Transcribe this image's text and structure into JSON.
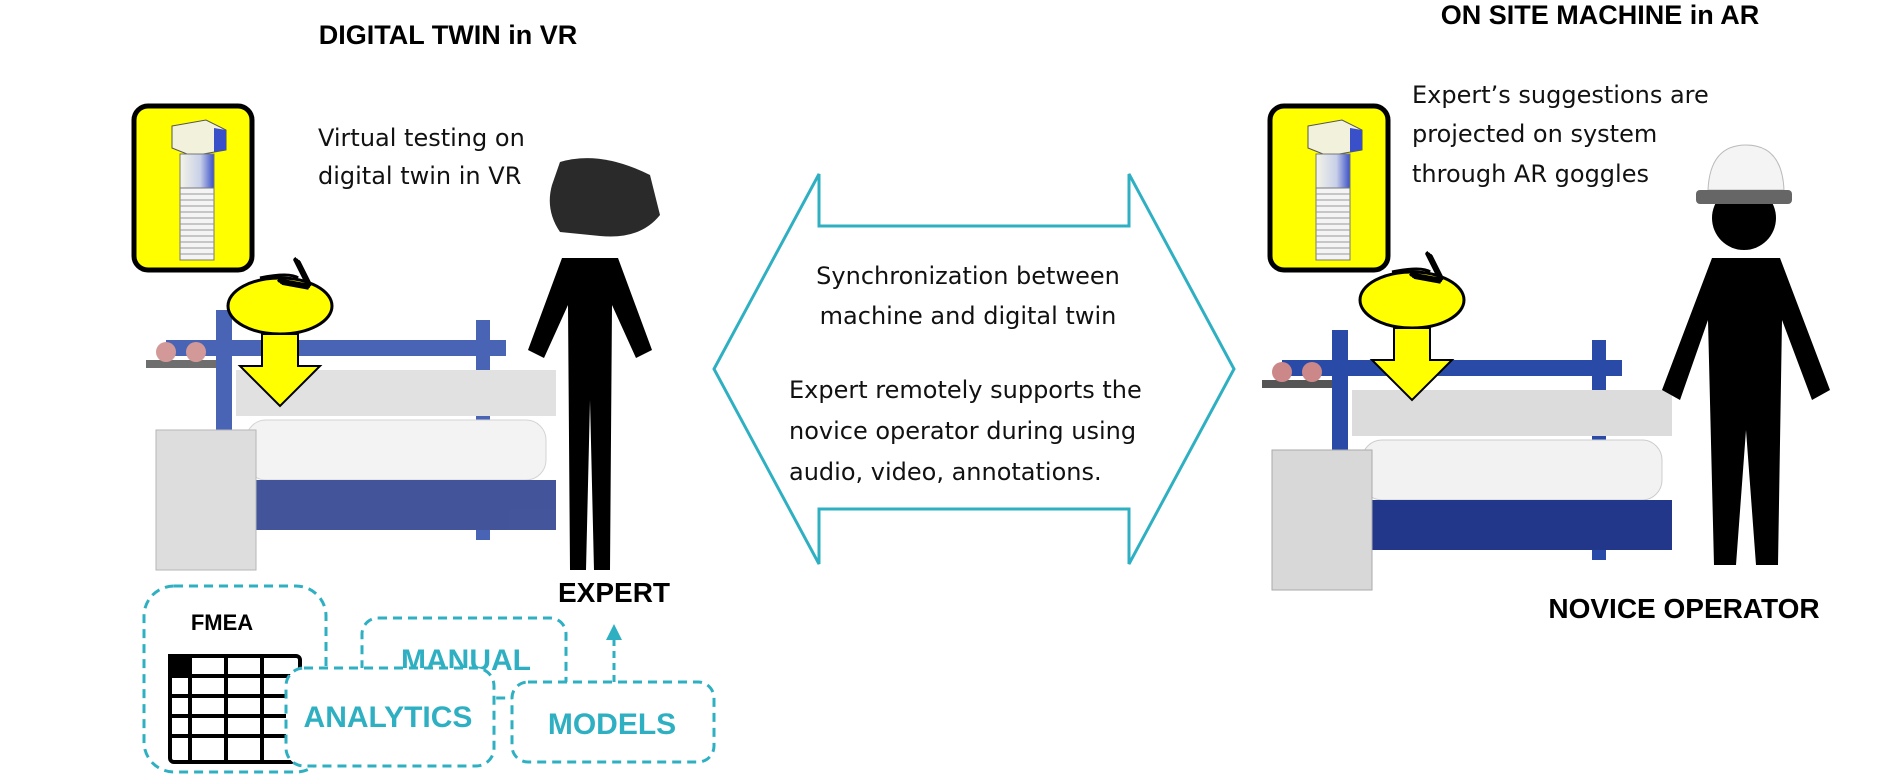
{
  "left": {
    "title": "DIGITAL TWIN in VR",
    "caption": [
      "Virtual testing on",
      "digital twin in VR"
    ],
    "role": "EXPERT",
    "resources": {
      "fmea": "FMEA",
      "manual": "MANUAL",
      "analytics": "ANALYTICS",
      "models": "MODELS"
    }
  },
  "center": {
    "sync_text": [
      "Synchronization between",
      "machine and digital twin"
    ],
    "support_text": [
      "Expert remotely supports the",
      "novice operator during using",
      "audio, video, annotations."
    ]
  },
  "right": {
    "title": "ON SITE MACHINE in AR",
    "caption": [
      "Expert’s suggestions are",
      "projected on system",
      "through AR goggles"
    ],
    "role": "NOVICE OPERATOR"
  },
  "colors": {
    "accent": "#2fb0c2",
    "highlight": "#ffff00",
    "machine": "#2a4aa8"
  }
}
